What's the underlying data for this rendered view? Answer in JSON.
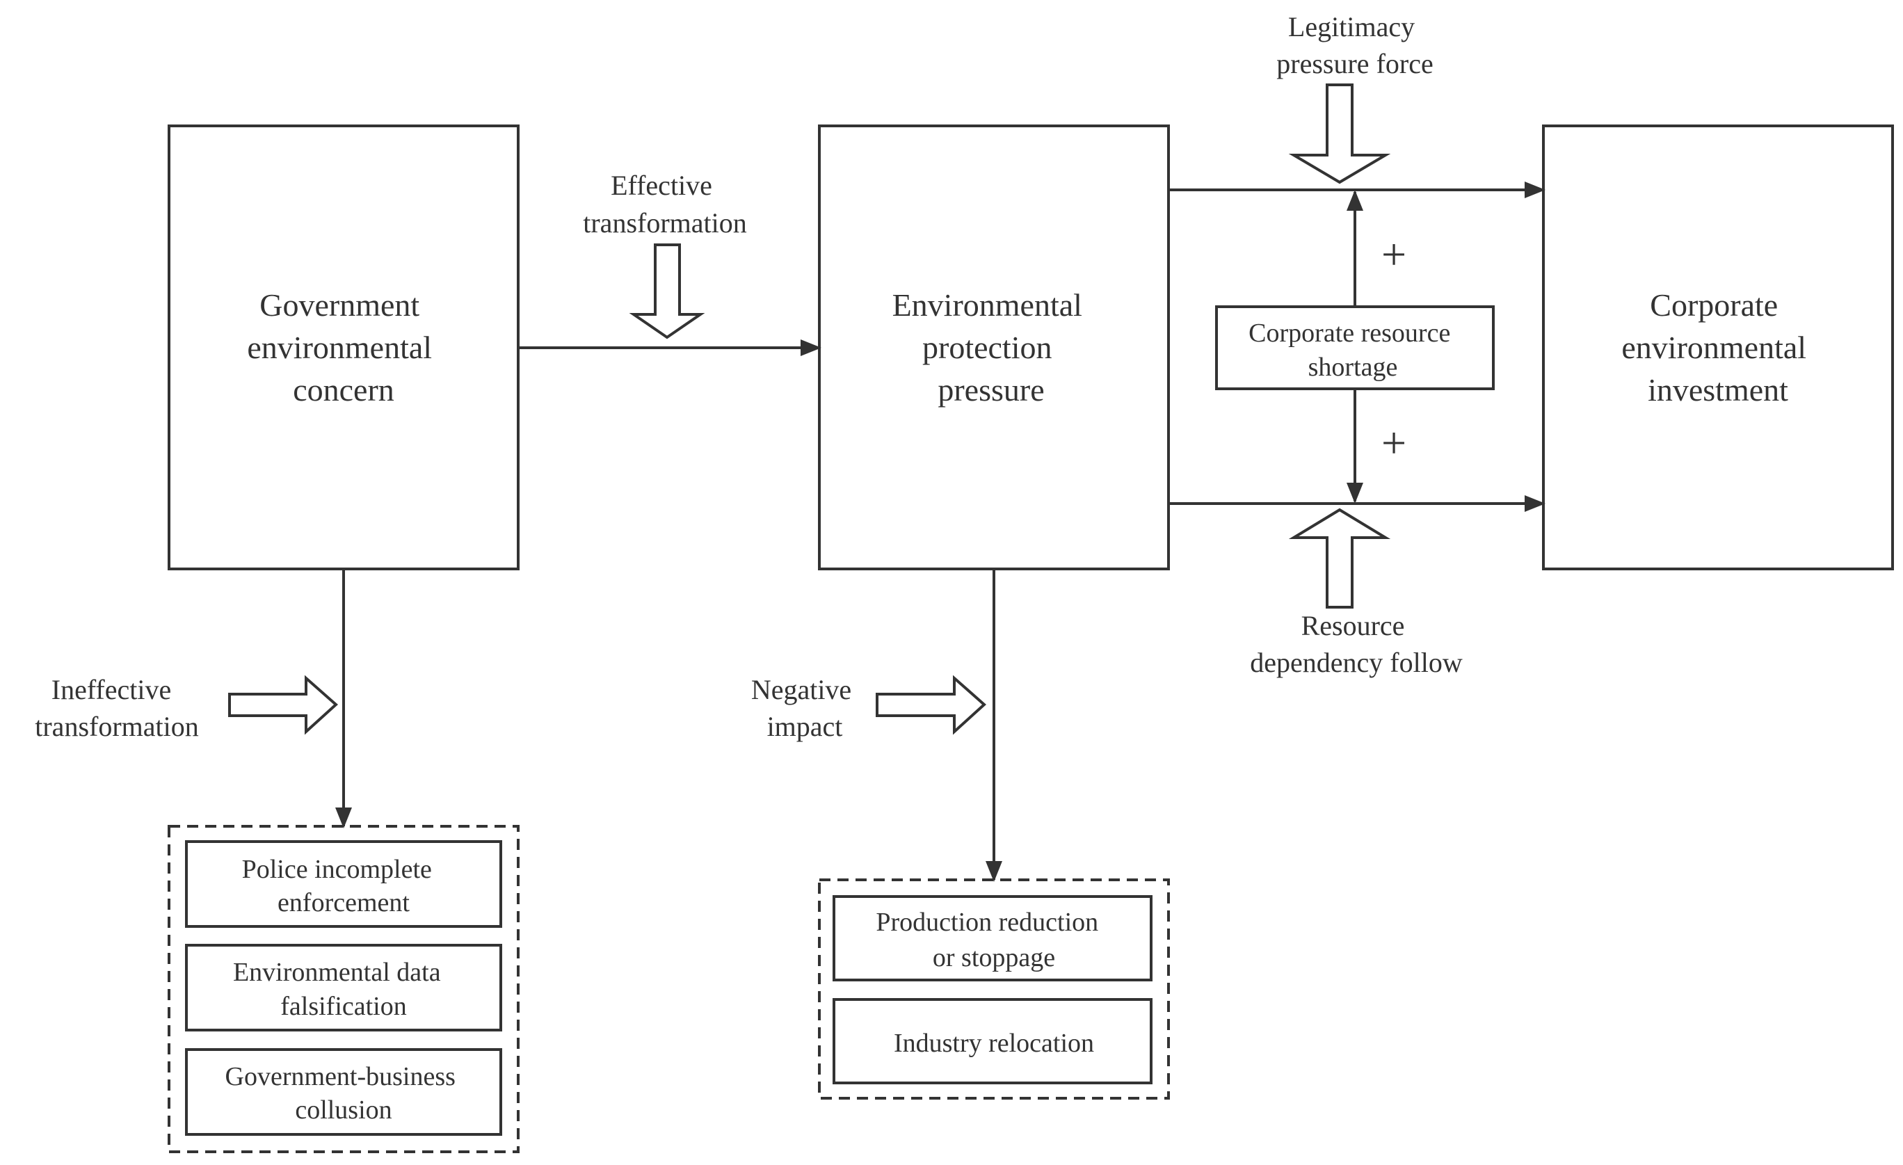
{
  "nodes": {
    "government": [
      "Government",
      "environmental",
      "concern"
    ],
    "pressure": [
      "Environmental",
      "protection",
      "pressure"
    ],
    "investment": [
      "Corporate",
      "environmental",
      "investment"
    ],
    "shortage": [
      "Corporate resource",
      "shortage"
    ]
  },
  "labels": {
    "effective": [
      "Effective",
      "transformation"
    ],
    "ineffective": [
      "Ineffective",
      "transformation"
    ],
    "negative": [
      "Negative",
      "impact"
    ],
    "legitimacy": [
      "Legitimacy",
      "pressure force"
    ],
    "resource": [
      "Resource",
      "dependency follow"
    ],
    "plus_upper": "+",
    "plus_lower": "+"
  },
  "left_group": [
    [
      "Police incomplete",
      "enforcement"
    ],
    [
      "Environmental data",
      "falsification"
    ],
    [
      "Government-business",
      "collusion"
    ]
  ],
  "middle_group": [
    [
      "Production reduction",
      "or stoppage"
    ],
    [
      "Industry relocation"
    ]
  ]
}
